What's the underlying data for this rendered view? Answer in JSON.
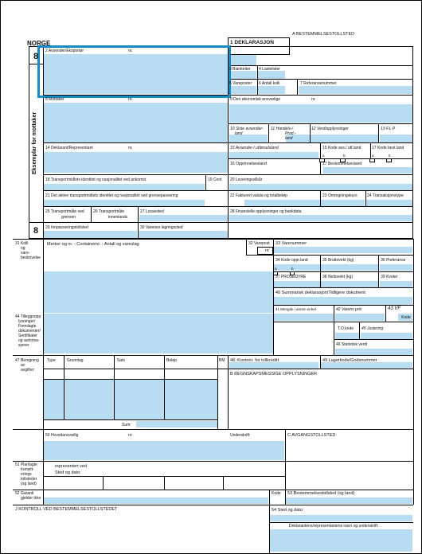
{
  "header": {
    "country": "NORGE",
    "section_a": "A BESTEMMELSESTOLLSTED",
    "decl_title": "1 DEKLARASJON",
    "copy_number": "8",
    "copy_number_bottom": "8",
    "copy_vertical": "Eksemplar for mottaker"
  },
  "fields": {
    "f2": "2 Avsender/Eksportør",
    "f2_nr": "nr.",
    "f3": "3 Blanketter",
    "f4": "4 Lastelister",
    "f5": "5 Vareposter",
    "f6": "6 Antall kolli",
    "f7": "7 Referansenummer",
    "f8": "8 Mottaker",
    "f8_nr": "nr.",
    "f9": "9 Den økonomisk ansvarlige",
    "f9_nr": "nr.",
    "f10a": "10 Siste avsender-",
    "f10b": "land",
    "f11a": "11 Handels-/",
    "f11b": "Prod.-",
    "f11c": "land",
    "f12": "12 Verdiopplysninger",
    "f13": "13 F.L.P",
    "f14": "14 Deklarant/Representant",
    "f14_nr": "nr.",
    "f15": "15 Avsender-/ utførselsland",
    "f15a": "15 Kode avs./ utf.land",
    "f17a": "17 Kode best.land",
    "f15a_a": "a",
    "f15a_b": "b",
    "f17a_a": "a",
    "f17a_b": "b",
    "f16": "16 Opprinnelsesland",
    "f17": "17 Bestemmelsesland",
    "f18": "18 Transportmidlets identitet og nasjonalitet ved ankomst",
    "f19": "19 Cont",
    "f20": "20 Leveringsvilkår",
    "f21": "21 Det aktive transportmidlets identitet og nasjonalitet ved grensepassering",
    "f22": "22 Fakturert valuta og totalbeløp",
    "f23": "23 Omregningskurs",
    "f24": "24 Transaksjonstype",
    "f25a": "25 Transportmåte ved",
    "f25b": "grensen",
    "f26a": "26 Transportmåte",
    "f26b": "innenlands",
    "f27": "27 Lossested",
    "f28": "28 Finansielle opplysninger og bankdata",
    "f29": "29 Innpasseringstollsted",
    "f30": "30 Varenes lagringssted",
    "f31a": "31 Kolli",
    "f31b": "og",
    "f31c": "vare-",
    "f31d": "beskrivelse",
    "f31_content": "Merker og nr. - Containernr. - Antall og vareslag",
    "f32a": "32 Varepost",
    "f32b": "nr.",
    "f33": "33 Varenummer",
    "f34a": "34 Kode oppr.land",
    "f34_a": "a",
    "f34_b": "b",
    "f35": "35 Bruttovekt (kg)",
    "f36": "36 Preferanse",
    "f37": "37  PROSEDYRE",
    "f38": "38 Nettovekt (kg)",
    "f39": "39 Kvoter",
    "f40": "40 Summarisk deklarasjon/Tidligere dokument",
    "f41": "41 Mengde i annen enhet",
    "f42": "42 Varens pris",
    "f43a": "43  VF",
    "f43b": "Kode",
    "f44a": "44 Tilleggsopp",
    "f44b": "lysninger/",
    "f44c": "Fremlagte",
    "f44d": "dokumenter/",
    "f44e": "Sertifikater",
    "f44f": "og autorisa-",
    "f44g": "sjoner",
    "f44_toc": "T.O.kode",
    "f45": "45 Justering",
    "f46": "46 Statistisk verdi",
    "f47a": "47 Beregning",
    "f47b": "av",
    "f47c": "avgifter:",
    "f47_type": "Type",
    "f47_grunnlag": "Grunnlag",
    "f47_sats": "Sats",
    "f47_belop": "Beløp",
    "f47_bm": "BM",
    "f47_sum": "Sum:",
    "f48": "48. Kontonr. for tollkreditt",
    "f49": "49 Lagerkode/Godsnummer",
    "fB": "B  REGNSKAPSMESSIGE OPPLYSNINGER",
    "f50": "50 Hovedansvarlig",
    "f50_nr": "nr.",
    "f50_sign": "Underskrift:",
    "fC": "C AVGANGSTOLLSTED",
    "f50_rep": "representert ved",
    "f50_place": "Sted og dato:",
    "f51a": "51 Planlagte",
    "f51b": "transitt-",
    "f51c": "erings",
    "f51d": "tollsteder",
    "f51e": "(og land)",
    "f52a": "52 Garanti",
    "f52b": "gjelder ikke",
    "f52_kode": "Kode",
    "f53": "53 Bestemmelsestollsted (og land)",
    "fJ": "J  KONTROLL VED BESTEMMELSESTOLLSTEDET",
    "f54": "54 Sted og dato:",
    "f54_sign": "Deklarantens/representantens navn og underskrift:"
  }
}
